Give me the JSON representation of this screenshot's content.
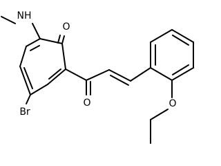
{
  "molecule": {
    "atoms": {
      "nh": "NH",
      "ketone_o": "O",
      "enone_o": "O",
      "br": "Br",
      "ether_o": "O"
    }
  }
}
